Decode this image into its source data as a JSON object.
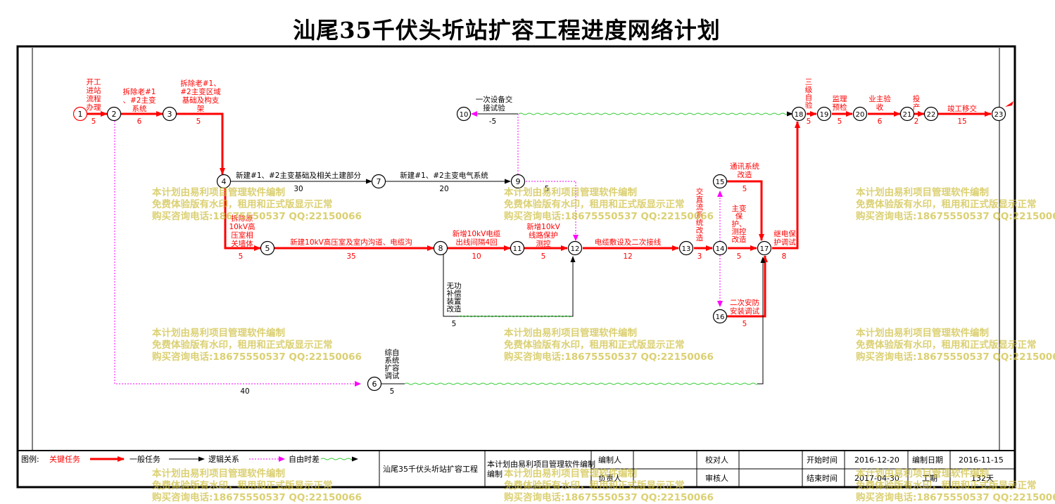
{
  "title": "汕尾35千伏头圻站扩容工程进度网络计划",
  "colors": {
    "critical": "#ff0000",
    "normal": "#000000",
    "logic": "#ff00ff",
    "float": "#33cc33",
    "watermark": "#cdbe3c"
  },
  "nodes": [
    "1",
    "2",
    "3",
    "4",
    "5",
    "6",
    "7",
    "8",
    "9",
    "10",
    "11",
    "12",
    "13",
    "14",
    "15",
    "16",
    "17",
    "18",
    "19",
    "20",
    "21",
    "22",
    "23"
  ],
  "tasks": [
    {
      "id": "t1-2",
      "label": [
        "开工",
        "进站",
        "流程",
        "办理"
      ],
      "duration": "5",
      "critical": true
    },
    {
      "id": "t2-3",
      "label": [
        "拆除老#1",
        "、#2主变",
        "系统"
      ],
      "duration": "6",
      "critical": true
    },
    {
      "id": "t3-4",
      "label": [
        "拆除老#1、",
        "#2主变区域",
        "基础及构支",
        "架"
      ],
      "duration": "5",
      "critical": true
    },
    {
      "id": "t4-7",
      "label": [
        "新建#1、#2主变基础及相关土建部分"
      ],
      "duration": "30",
      "critical": false
    },
    {
      "id": "t7-9",
      "label": [
        "新建#1、#2主变电气系统"
      ],
      "duration": "20",
      "critical": false
    },
    {
      "id": "t9-10",
      "label": [
        "一次设备交",
        "接试验"
      ],
      "duration": "-5",
      "critical": false
    },
    {
      "id": "t4-5",
      "label": [
        "拆除原",
        "10kV高",
        "压室相",
        "关墙体"
      ],
      "duration": "5",
      "critical": true
    },
    {
      "id": "t5-8",
      "label": [
        "新建10kV高压室及室内沟道、电缆沟"
      ],
      "duration": "35",
      "critical": true
    },
    {
      "id": "t8-11",
      "label": [
        "新增10kV电缆",
        "出线间隔4回"
      ],
      "duration": "10",
      "critical": true
    },
    {
      "id": "t11-12",
      "label": [
        "新增10kV",
        "线路保护",
        "测控"
      ],
      "duration": "5",
      "critical": true
    },
    {
      "id": "t9-12",
      "label": [],
      "duration": "5",
      "critical": false
    },
    {
      "id": "t8-12",
      "label": [
        "无功",
        "补偿",
        "装置",
        "改造"
      ],
      "duration": "5",
      "critical": false
    },
    {
      "id": "t12-13",
      "label": [
        "电缆敷设及二次接线"
      ],
      "duration": "12",
      "critical": true
    },
    {
      "id": "t13-14",
      "label": [
        "交直流系统改造"
      ],
      "duration": "3",
      "critical": true
    },
    {
      "id": "t15-17",
      "label": [
        "通讯系统",
        "改造"
      ],
      "duration": "5",
      "critical": true
    },
    {
      "id": "t14-17",
      "label": [
        "主变",
        "保",
        "护、",
        "测控",
        "改造"
      ],
      "duration": "5",
      "critical": true
    },
    {
      "id": "t16-17",
      "label": [
        "二次安防",
        "安装调试"
      ],
      "duration": "5",
      "critical": true
    },
    {
      "id": "t17-18",
      "label": [
        "继电保",
        "护调试"
      ],
      "duration": "8",
      "critical": true
    },
    {
      "id": "t18-19",
      "label": [
        "三级自验"
      ],
      "duration": "5",
      "critical": true
    },
    {
      "id": "t19-20",
      "label": [
        "监理",
        "预检"
      ],
      "duration": "5",
      "critical": true
    },
    {
      "id": "t20-21",
      "label": [
        "业主验",
        "收"
      ],
      "duration": "6",
      "critical": true
    },
    {
      "id": "t21-22",
      "label": [
        "投",
        "产"
      ],
      "duration": "2",
      "critical": true
    },
    {
      "id": "t22-23",
      "label": [
        "竣工移交"
      ],
      "duration": "15",
      "critical": true
    },
    {
      "id": "t2-6",
      "label": [],
      "duration": "40",
      "critical": false
    },
    {
      "id": "t6-17",
      "label": [
        "综自",
        "系统",
        "扩容",
        "调试"
      ],
      "duration": "5",
      "critical": false
    }
  ],
  "legend": {
    "prefix": "图例:",
    "items": [
      {
        "label": "关键任务",
        "kind": "critical"
      },
      {
        "label": "一般任务",
        "kind": "normal"
      },
      {
        "label": "逻辑关系",
        "kind": "logic"
      },
      {
        "label": "自由时差",
        "kind": "float"
      }
    ]
  },
  "footer": {
    "project": "汕尾35千伏头圻站扩容工程",
    "software_note": "本计划由易利项目管理软件编制",
    "prepared_by_label": "编制人",
    "checked_by_label": "校对人",
    "responsible_label": "负责人",
    "reviewed_by_label": "审核人",
    "start_label": "开始时间",
    "start_value": "2016-12-20",
    "end_label": "结束时间",
    "end_value": "2017-04-30",
    "compiled_date_label": "编制日期",
    "compiled_date_value": "2016-11-15",
    "duration_label": "工期",
    "duration_value": "132天"
  },
  "watermark": {
    "line1": "本计划由易利项目管理软件编制",
    "line2": "免费体验版有水印，租用和正式版显示正常",
    "line3": "购买咨询电话:18675550537 QQ:22150066"
  }
}
